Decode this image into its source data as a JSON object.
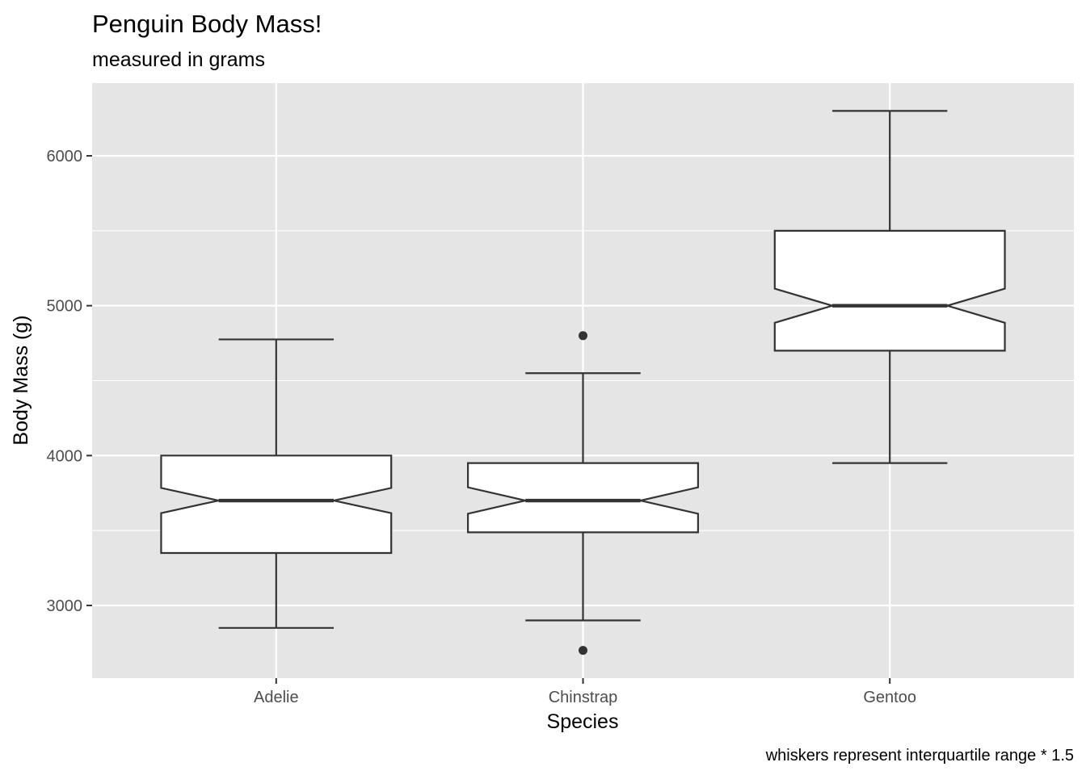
{
  "chart_data": {
    "type": "boxplot",
    "title": "Penguin Body Mass!",
    "subtitle": "measured in grams",
    "xlabel": "Species",
    "ylabel": "Body Mass (g)",
    "caption": "whiskers represent interquartile range * 1.5",
    "notched": true,
    "grid": true,
    "ylim": [
      2515,
      6485
    ],
    "yticks": [
      3000,
      4000,
      5000,
      6000
    ],
    "categories": [
      "Adelie",
      "Chinstrap",
      "Gentoo"
    ],
    "boxes": [
      {
        "category": "Adelie",
        "whisker_low": 2850,
        "q1": 3350,
        "median": 3700,
        "q3": 4000,
        "whisker_high": 4775,
        "notch_low": 3616,
        "notch_high": 3784,
        "outliers": []
      },
      {
        "category": "Chinstrap",
        "whisker_low": 2900,
        "q1": 3488,
        "median": 3700,
        "q3": 3950,
        "whisker_high": 4550,
        "notch_low": 3612,
        "notch_high": 3788,
        "outliers": [
          4800,
          2700
        ]
      },
      {
        "category": "Gentoo",
        "whisker_low": 3950,
        "q1": 4700,
        "median": 5000,
        "q3": 5500,
        "whisker_high": 6300,
        "notch_low": 4886,
        "notch_high": 5114,
        "outliers": []
      }
    ],
    "colors": {
      "panel": "#e5e5e5",
      "grid": "#ffffff",
      "box_fill": "#ffffff",
      "box_line": "#333333",
      "tick_text": "#4d4d4d"
    }
  }
}
